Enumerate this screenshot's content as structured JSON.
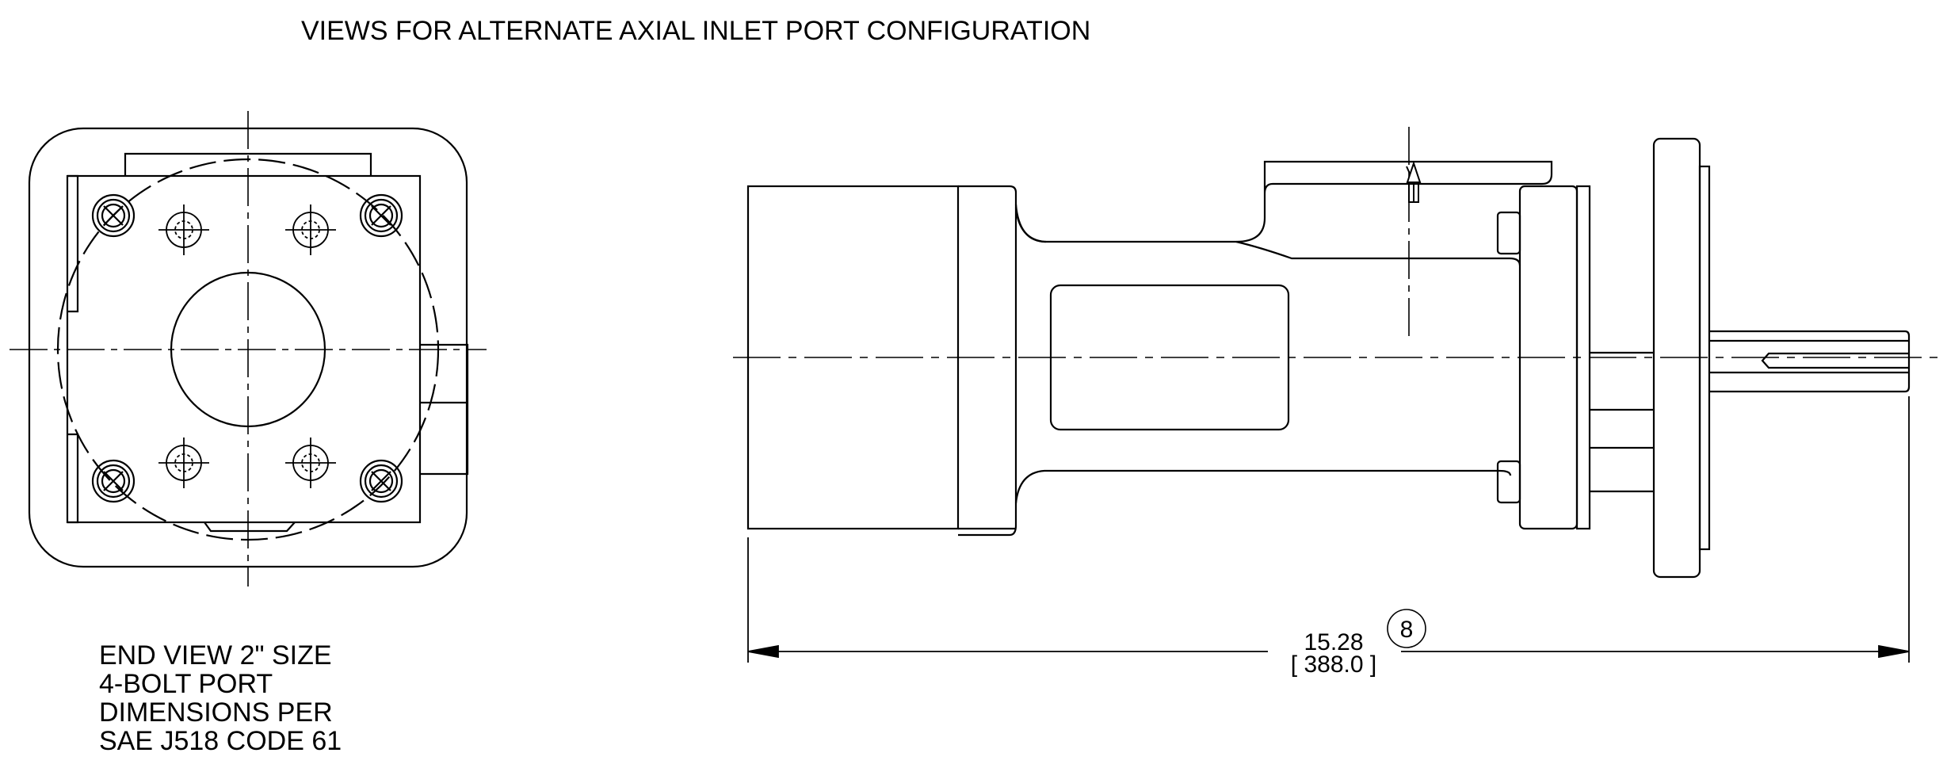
{
  "title": "VIEWS FOR ALTERNATE AXIAL INLET PORT CONFIGURATION",
  "end_view_caption": [
    "END VIEW 2\" SIZE",
    "4-BOLT PORT",
    "DIMENSIONS PER",
    "SAE J518 CODE 61"
  ],
  "overall_length": {
    "inches": "15.28",
    "millimeters": "[ 388.0 ]",
    "balloon": "8"
  },
  "colors": {
    "line": "#000000",
    "background": "#ffffff"
  }
}
